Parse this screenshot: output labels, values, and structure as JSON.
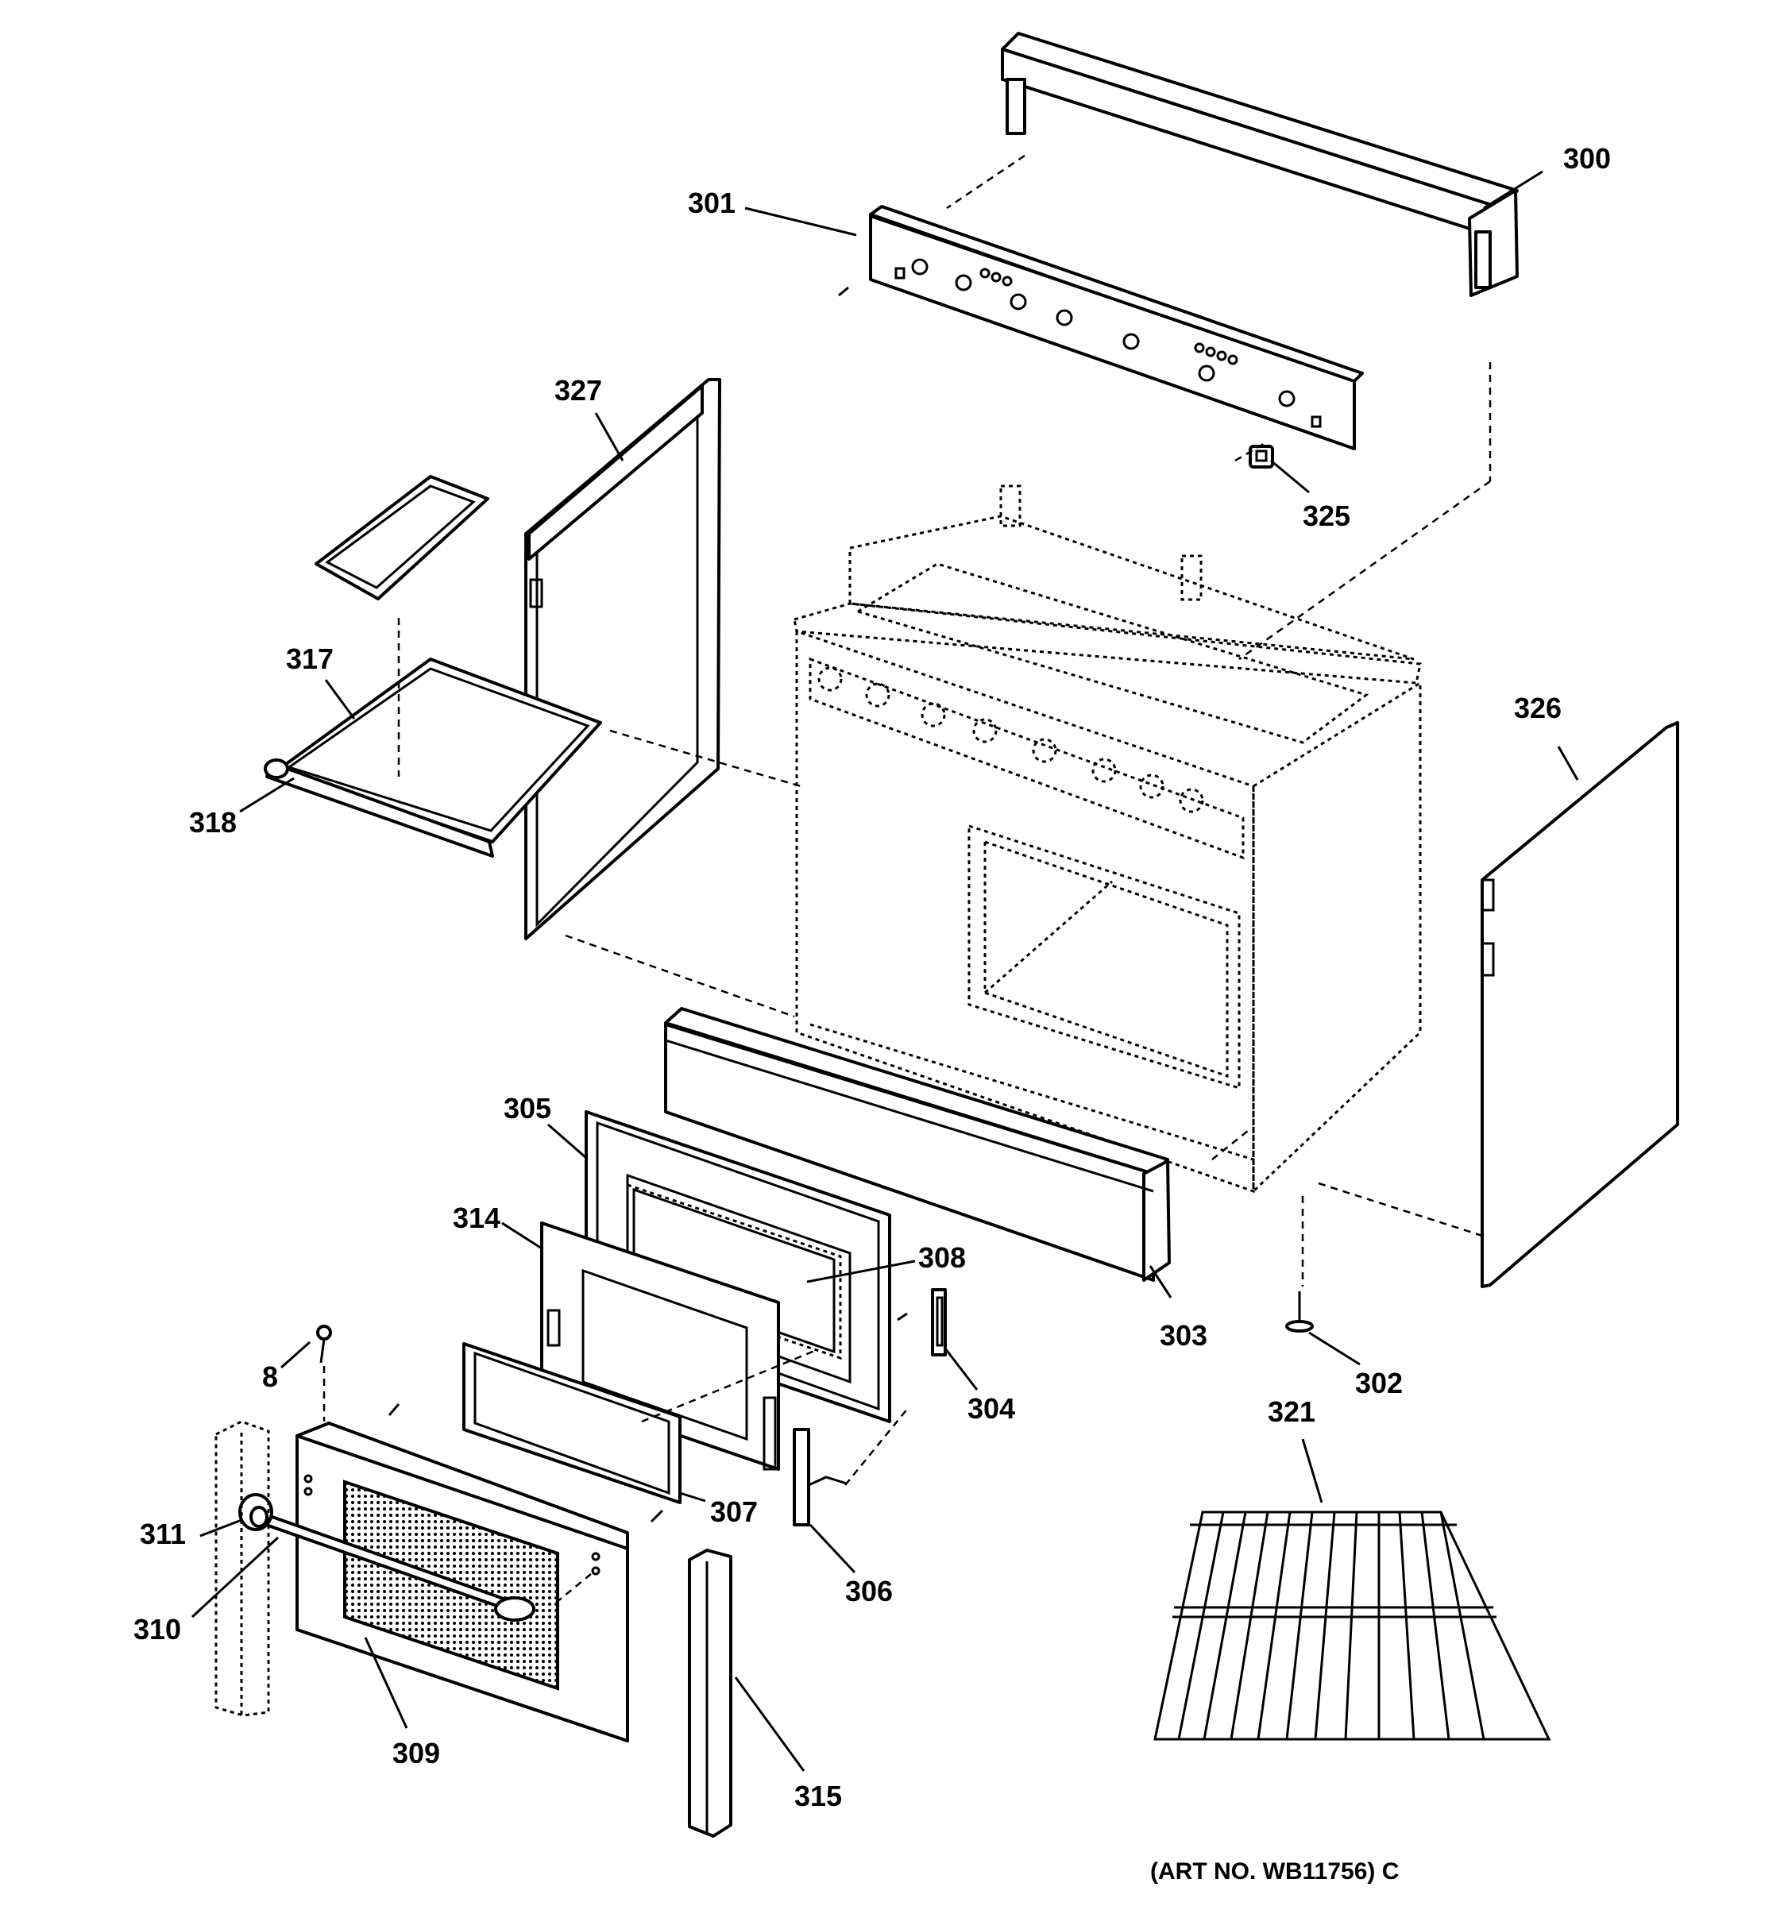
{
  "callouts": {
    "p300": "300",
    "p301": "301",
    "p302": "302",
    "p303": "303",
    "p304": "304",
    "p305": "305",
    "p306": "306",
    "p307": "307",
    "p308": "308",
    "p309": "309",
    "p310": "310",
    "p311": "311",
    "p314": "314",
    "p315": "315",
    "p317": "317",
    "p318": "318",
    "p321": "321",
    "p325": "325",
    "p326": "326",
    "p327": "327",
    "p8": "8"
  },
  "art_number": "(ART NO. WB11756) C"
}
